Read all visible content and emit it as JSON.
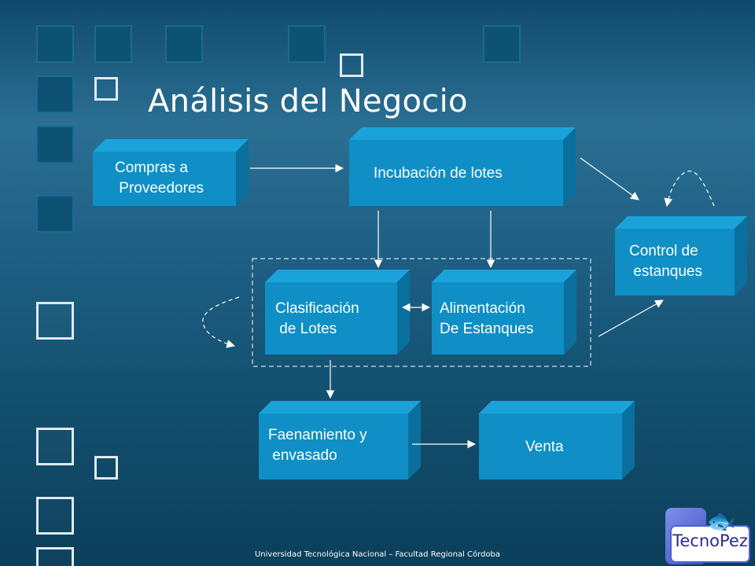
{
  "slide": {
    "title": "Análisis del Negocio",
    "footer": "Universidad Tecnológica Nacional – Facultad Regional Córdoba"
  },
  "boxes": [
    {
      "id": "compras",
      "label": "Compras a\n Proveedores"
    },
    {
      "id": "incubacion",
      "label": "Incubación de lotes"
    },
    {
      "id": "control",
      "label": "Control de\n estanques"
    },
    {
      "id": "clasificacion",
      "label": "Clasificación\n de Lotes"
    },
    {
      "id": "alimentacion",
      "label": "Alimentación\nDe Estanques"
    },
    {
      "id": "faenamiento",
      "label": "Faenamiento y\n envasado"
    },
    {
      "id": "venta",
      "label": "Venta"
    }
  ],
  "logo": {
    "text": "TecnoPez",
    "icon": "fish-icon"
  },
  "colors": {
    "box_face": "#0f8fc6",
    "box_top": "#1aa3da",
    "box_side": "#0a6f9c",
    "text": "#ffffff"
  }
}
